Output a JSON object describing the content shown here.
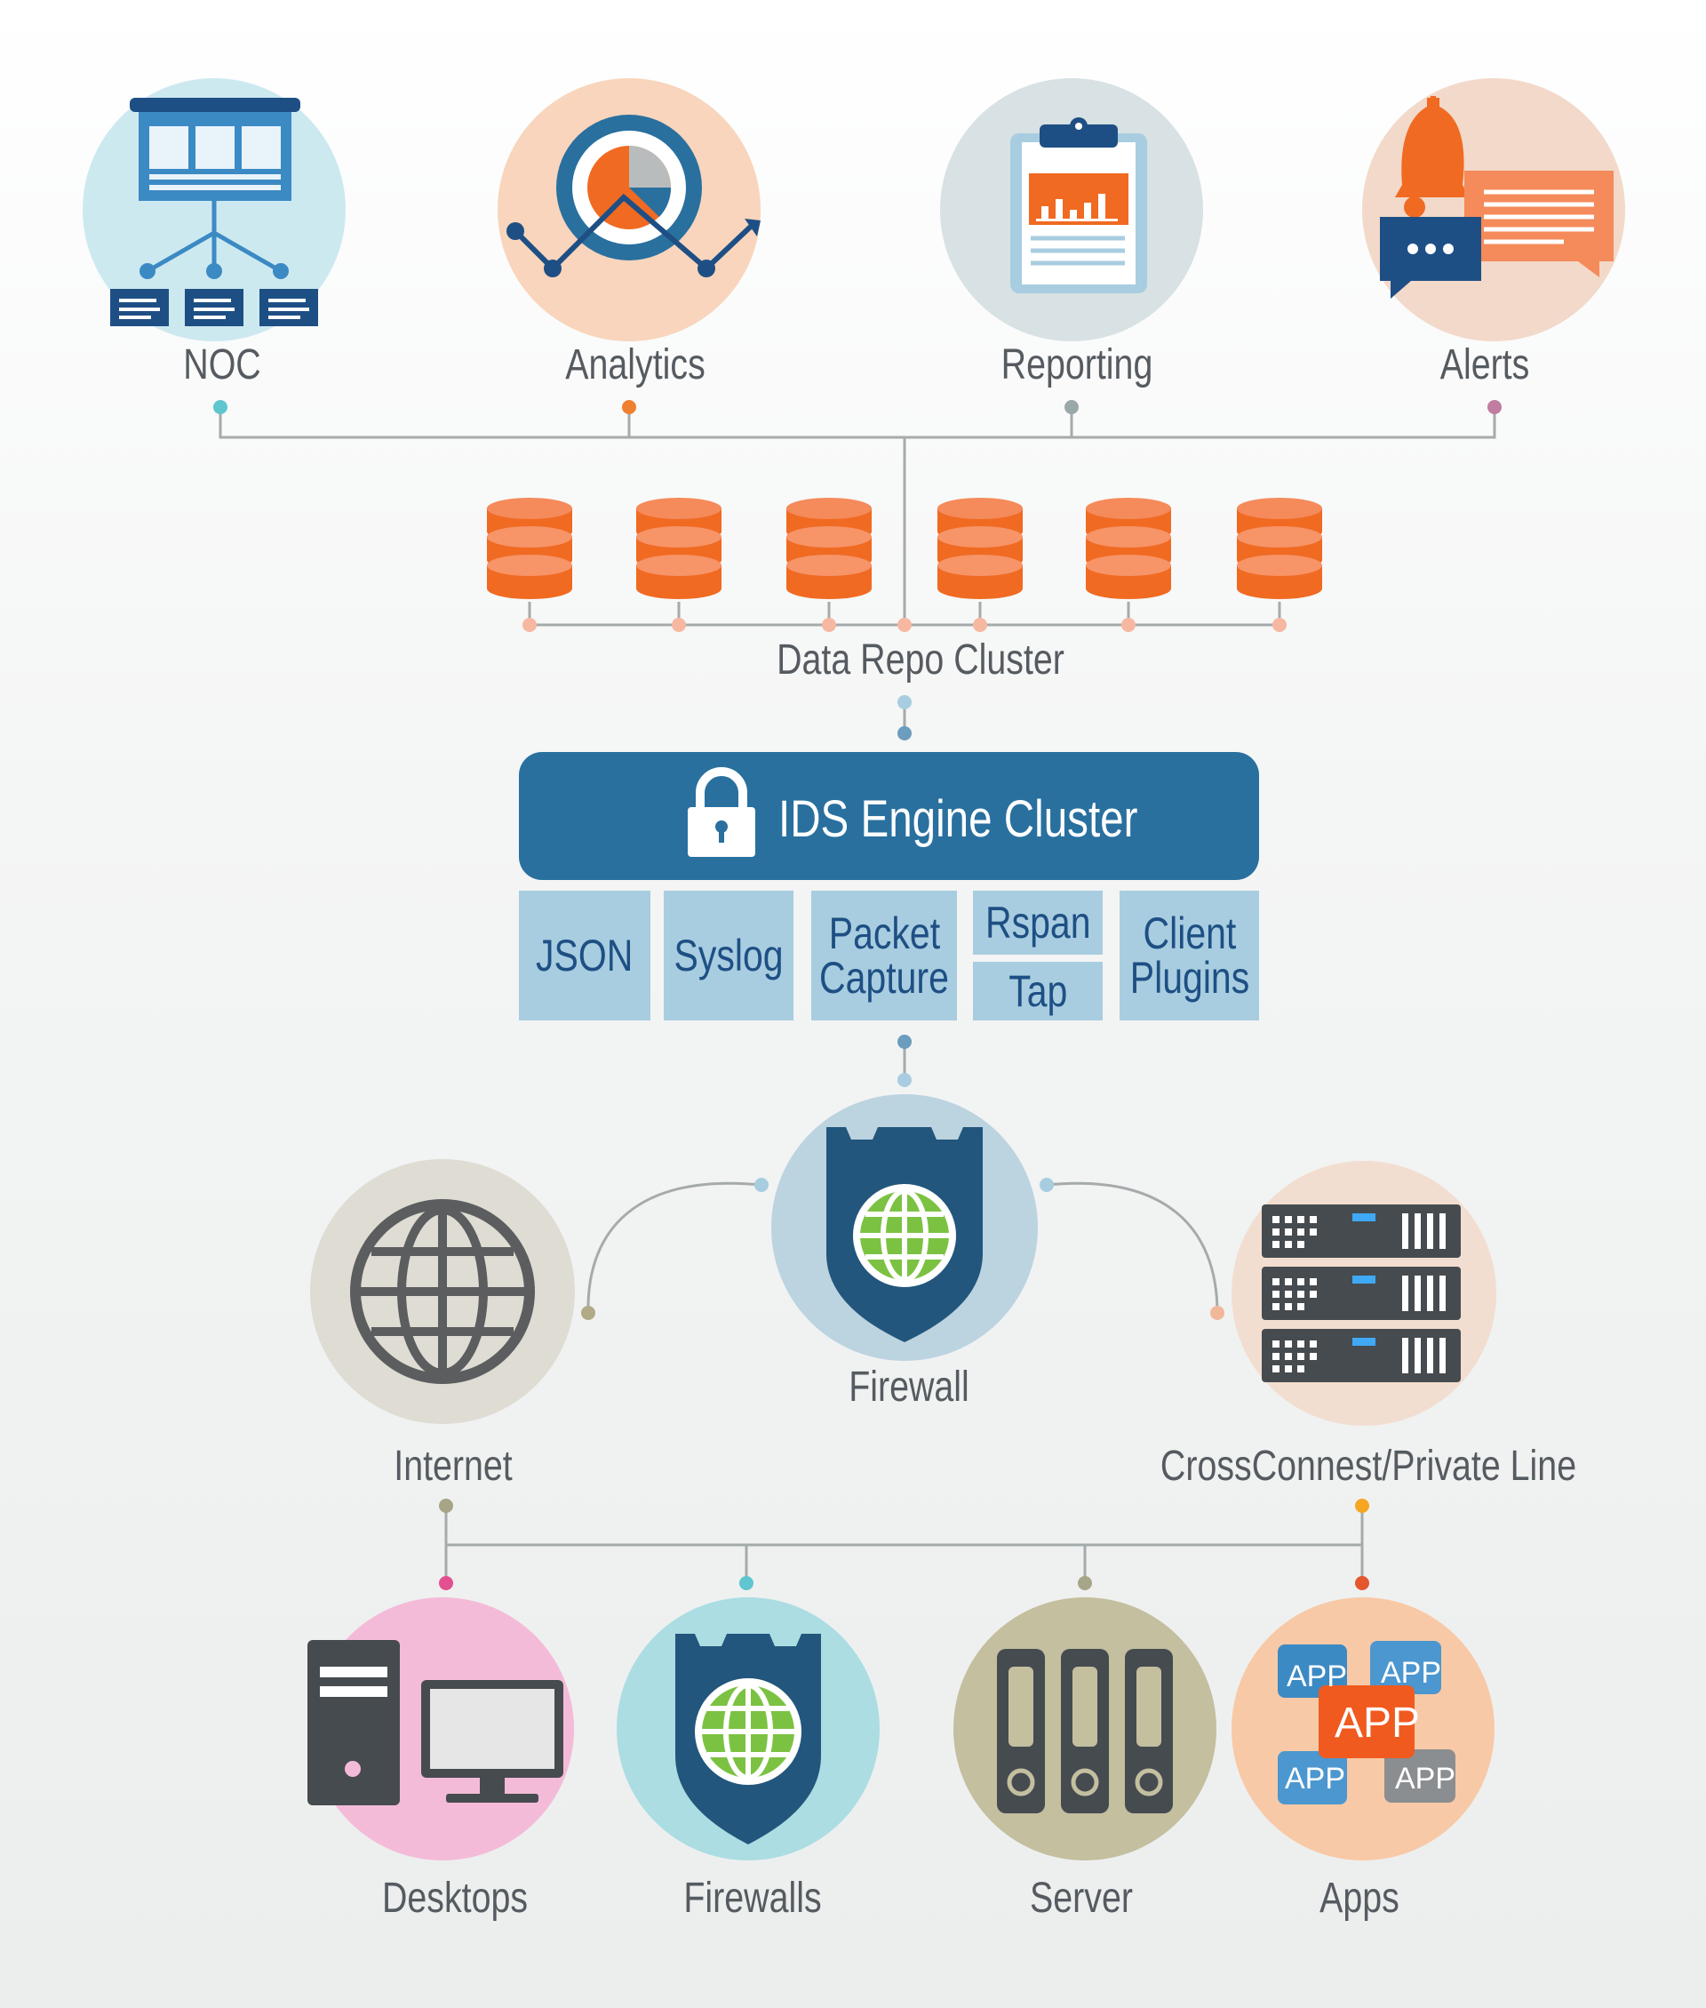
{
  "top_nodes": [
    {
      "label": "NOC",
      "icon": "noc-dashboard-icon",
      "circle": "#cde9f0"
    },
    {
      "label": "Analytics",
      "icon": "analytics-chart-icon",
      "circle": "#f8d5bc"
    },
    {
      "label": "Reporting",
      "icon": "clipboard-report-icon",
      "circle": "#d8e1e3"
    },
    {
      "label": "Alerts",
      "icon": "bell-chat-icon",
      "circle": "#f2d9c9"
    }
  ],
  "data_repo": {
    "label": "Data Repo Cluster",
    "db_count": 6,
    "db_color": "#f06a22"
  },
  "ids_engine": {
    "title": "IDS Engine Cluster",
    "protocols": {
      "json": "JSON",
      "syslog": "Syslog",
      "packet_capture_1": "Packet",
      "packet_capture_2": "Capture",
      "rspan": "Rspan",
      "tap": "Tap",
      "client_plugins_1": "Client",
      "client_plugins_2": "Plugins"
    }
  },
  "middle_nodes": {
    "internet": "Internet",
    "firewall": "Firewall",
    "crossconnect": "CrossConnest/Private Line"
  },
  "bottom_nodes": [
    {
      "label": "Desktops",
      "circle": "#f4bbd8"
    },
    {
      "label": "Firewalls",
      "circle": "#abdde3"
    },
    {
      "label": "Server",
      "circle": "#c3bf9f"
    },
    {
      "label": "Apps",
      "circle": "#f8c9a6"
    }
  ],
  "apps_icon_text": "APP",
  "colors": {
    "ids_blue": "#29709f",
    "proto_bg": "#a8cde0",
    "proto_text": "#1e4f84",
    "shield": "#22567c",
    "globe_green": "#7cc242"
  }
}
